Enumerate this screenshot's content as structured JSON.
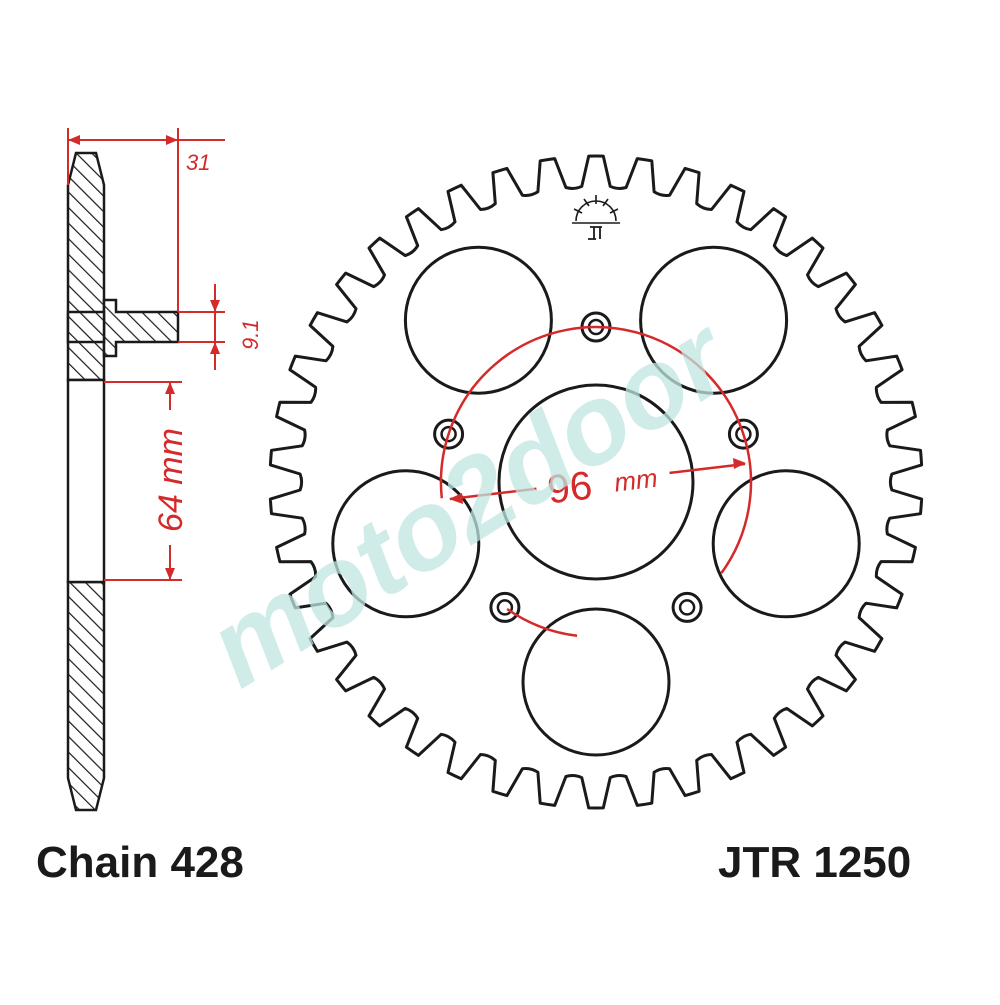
{
  "part_number": "JTR 1250",
  "chain_label": "Chain 428",
  "watermark": "moto2door",
  "dimensions": {
    "offset": "31",
    "hub_thickness": "9.1",
    "center_bore": "64 mm",
    "pcd_value": "96",
    "pcd_unit": "mm"
  },
  "sprocket": {
    "tooth_count": 42,
    "bolt_holes": 5,
    "lightening_holes": 5
  },
  "colors": {
    "outline": "#1a1a1a",
    "dimension": "#d42a2a",
    "hatch": "#1a1a1a",
    "watermark": "#bfe6e0"
  },
  "icons": {
    "logo": "jt-sprocket-logo-icon"
  }
}
